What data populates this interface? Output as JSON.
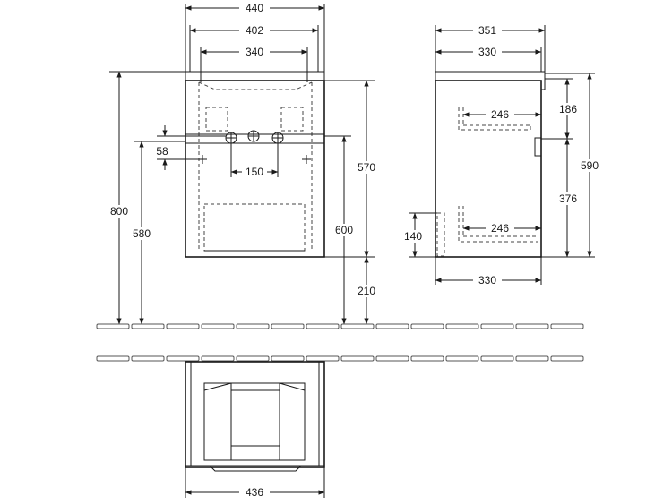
{
  "front_view": {
    "width_outer": "440",
    "width_inner": "402",
    "width_basin": "340",
    "tap_spacing": "150",
    "tap_offset": "58",
    "height_total": "800",
    "height_waste": "580",
    "height_cabinet": "570",
    "height_top": "600",
    "height_floor": "210"
  },
  "side_view": {
    "depth_top": "351",
    "depth_body": "330",
    "depth_bottom": "330",
    "drawer_depth_upper": "246",
    "drawer_depth_lower": "246",
    "upper_gap": "186",
    "lower_height": "376",
    "total_height": "590",
    "plinth_height": "140"
  },
  "plan_view": {
    "width": "436"
  }
}
